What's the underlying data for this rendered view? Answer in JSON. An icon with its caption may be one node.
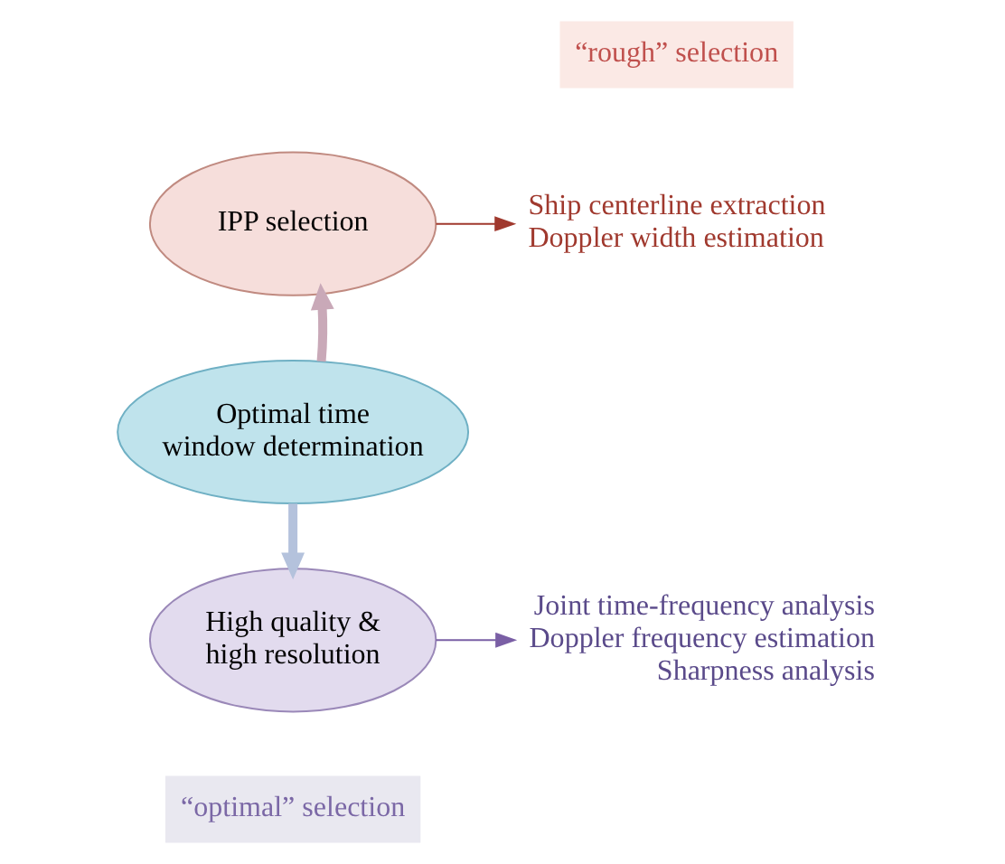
{
  "diagram": {
    "nodes": [
      {
        "text": [
          "IPP selection"
        ]
      },
      {
        "text": [
          "Optimal time window determination"
        ]
      },
      {
        "text": [
          "High quality & high resolution"
        ]
      },
      {
        "text": [
          "Ship centerline extraction",
          "Doppler width estimation"
        ]
      },
      {
        "text": [
          "Joint time-frequency analysis",
          "Doppler frequency estimation",
          "Sharpness analysis"
        ]
      },
      {
        "text": [
          "“rough” selection"
        ]
      },
      {
        "text": [
          "“optimal” selection"
        ]
      }
    ],
    "edges": [
      {
        "from": 1,
        "to": 0,
        "arrow": "to",
        "style": "thick",
        "color": "#c9a9b8"
      },
      {
        "from": 1,
        "to": 2,
        "arrow": "to",
        "style": "thick",
        "color": "#b4c2dc"
      },
      {
        "from": 0,
        "to": 3,
        "arrow": "to",
        "color": "#a0392e"
      },
      {
        "from": 2,
        "to": 4,
        "arrow": "to",
        "color": "#7a5fa5"
      }
    ]
  }
}
